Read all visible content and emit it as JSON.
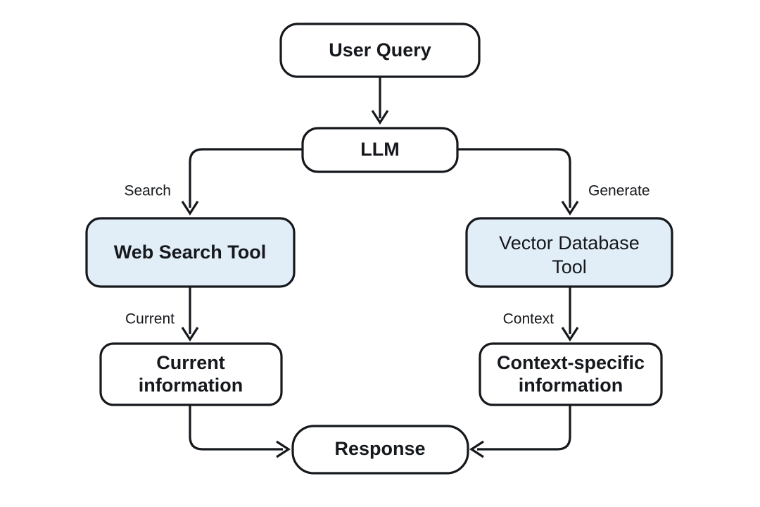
{
  "diagram": {
    "title": "LLM tool-use / RAG flow",
    "background_color": "#ffffff",
    "stroke_color": "#15181c",
    "accent_fill": "#e2eef7",
    "plain_fill": "#ffffff",
    "nodes": {
      "user_query": {
        "label": "User Query"
      },
      "llm": {
        "label": "LLM"
      },
      "web_search_tool": {
        "label": "Web Search Tool"
      },
      "vector_db_tool_line1": {
        "label": "Vector Database"
      },
      "vector_db_tool_line2": {
        "label": "Tool"
      },
      "current_info_line1": {
        "label": "Current"
      },
      "current_info_line2": {
        "label": "information"
      },
      "context_info_line1": {
        "label": "Context-specific"
      },
      "context_info_line2": {
        "label": "information"
      },
      "response": {
        "label": "Response"
      }
    },
    "edge_labels": {
      "search": "Search",
      "generate": "Generate",
      "current": "Current",
      "context": "Context"
    }
  }
}
